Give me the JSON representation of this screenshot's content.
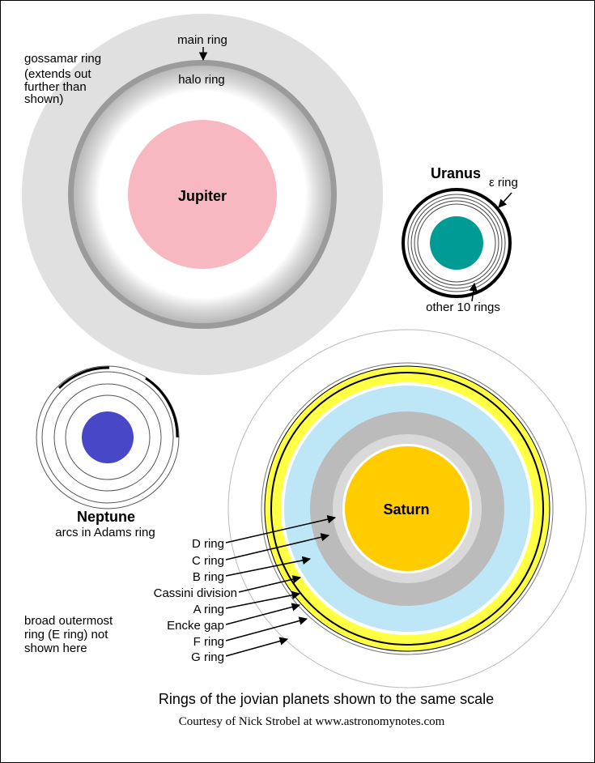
{
  "caption": {
    "title": "Rings of the jovian planets shown to the same scale",
    "credit": "Courtesy of Nick Strobel at www.astronomynotes.com"
  },
  "jupiter": {
    "name": "Jupiter",
    "labels": {
      "main_ring": "main ring",
      "halo_ring": "halo ring",
      "gossamar_1": "gossamar ring",
      "gossamar_2": "(extends out",
      "gossamar_3": "further than",
      "gossamar_4": "shown)"
    },
    "colors": {
      "planet": "#f7b8c1",
      "gossamar": "#e0e0e0",
      "main_ring": "#999999"
    }
  },
  "uranus": {
    "name": "Uranus",
    "labels": {
      "epsilon": "ε ring",
      "other": "other 10 rings"
    },
    "colors": {
      "planet": "#009b94"
    }
  },
  "neptune": {
    "name": "Neptune",
    "labels": {
      "arcs": "arcs in Adams ring"
    },
    "colors": {
      "planet": "#4747c8"
    }
  },
  "saturn": {
    "name": "Saturn",
    "ring_labels": {
      "d": "D ring",
      "c": "C ring",
      "b": "B ring",
      "cassini": "Cassini division",
      "a": "A ring",
      "encke": "Encke gap",
      "f": "F ring",
      "g": "G ring"
    },
    "e_ring_note": {
      "line1": "broad outermost",
      "line2": "ring (E ring) not",
      "line3": "shown here"
    },
    "colors": {
      "planet": "#ffcc00",
      "a_ring": "#ffff44",
      "b_ring": "#bde6f7",
      "c_ring": "#bbbbbb"
    }
  }
}
